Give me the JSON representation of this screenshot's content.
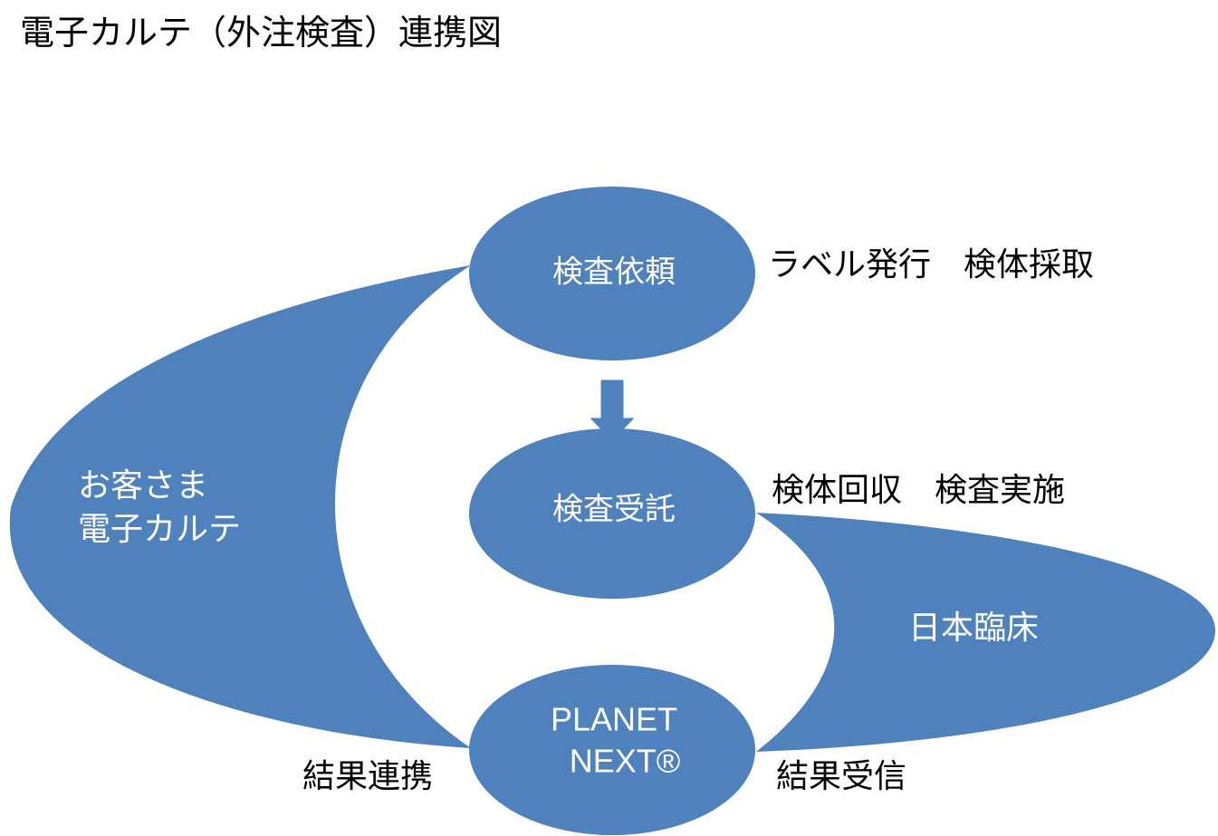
{
  "title": "電子カルテ（外注検査）連携図",
  "colors": {
    "fill": "#4f81bd",
    "node_label": "#ffffff",
    "side_label": "#000000"
  },
  "nodes": {
    "request": "検査依頼",
    "receive": "検査受託",
    "planet_line1": "PLANET",
    "planet_line2": "NEXT®"
  },
  "areas": {
    "customer_line1": "お客さま",
    "customer_line2": "電子カルテ",
    "lab": "日本臨床"
  },
  "side_labels": {
    "request_side": "ラベル発行　検体採取",
    "receive_side": "検体回収　検査実施",
    "result_link": "結果連携",
    "result_receive": "結果受信"
  }
}
